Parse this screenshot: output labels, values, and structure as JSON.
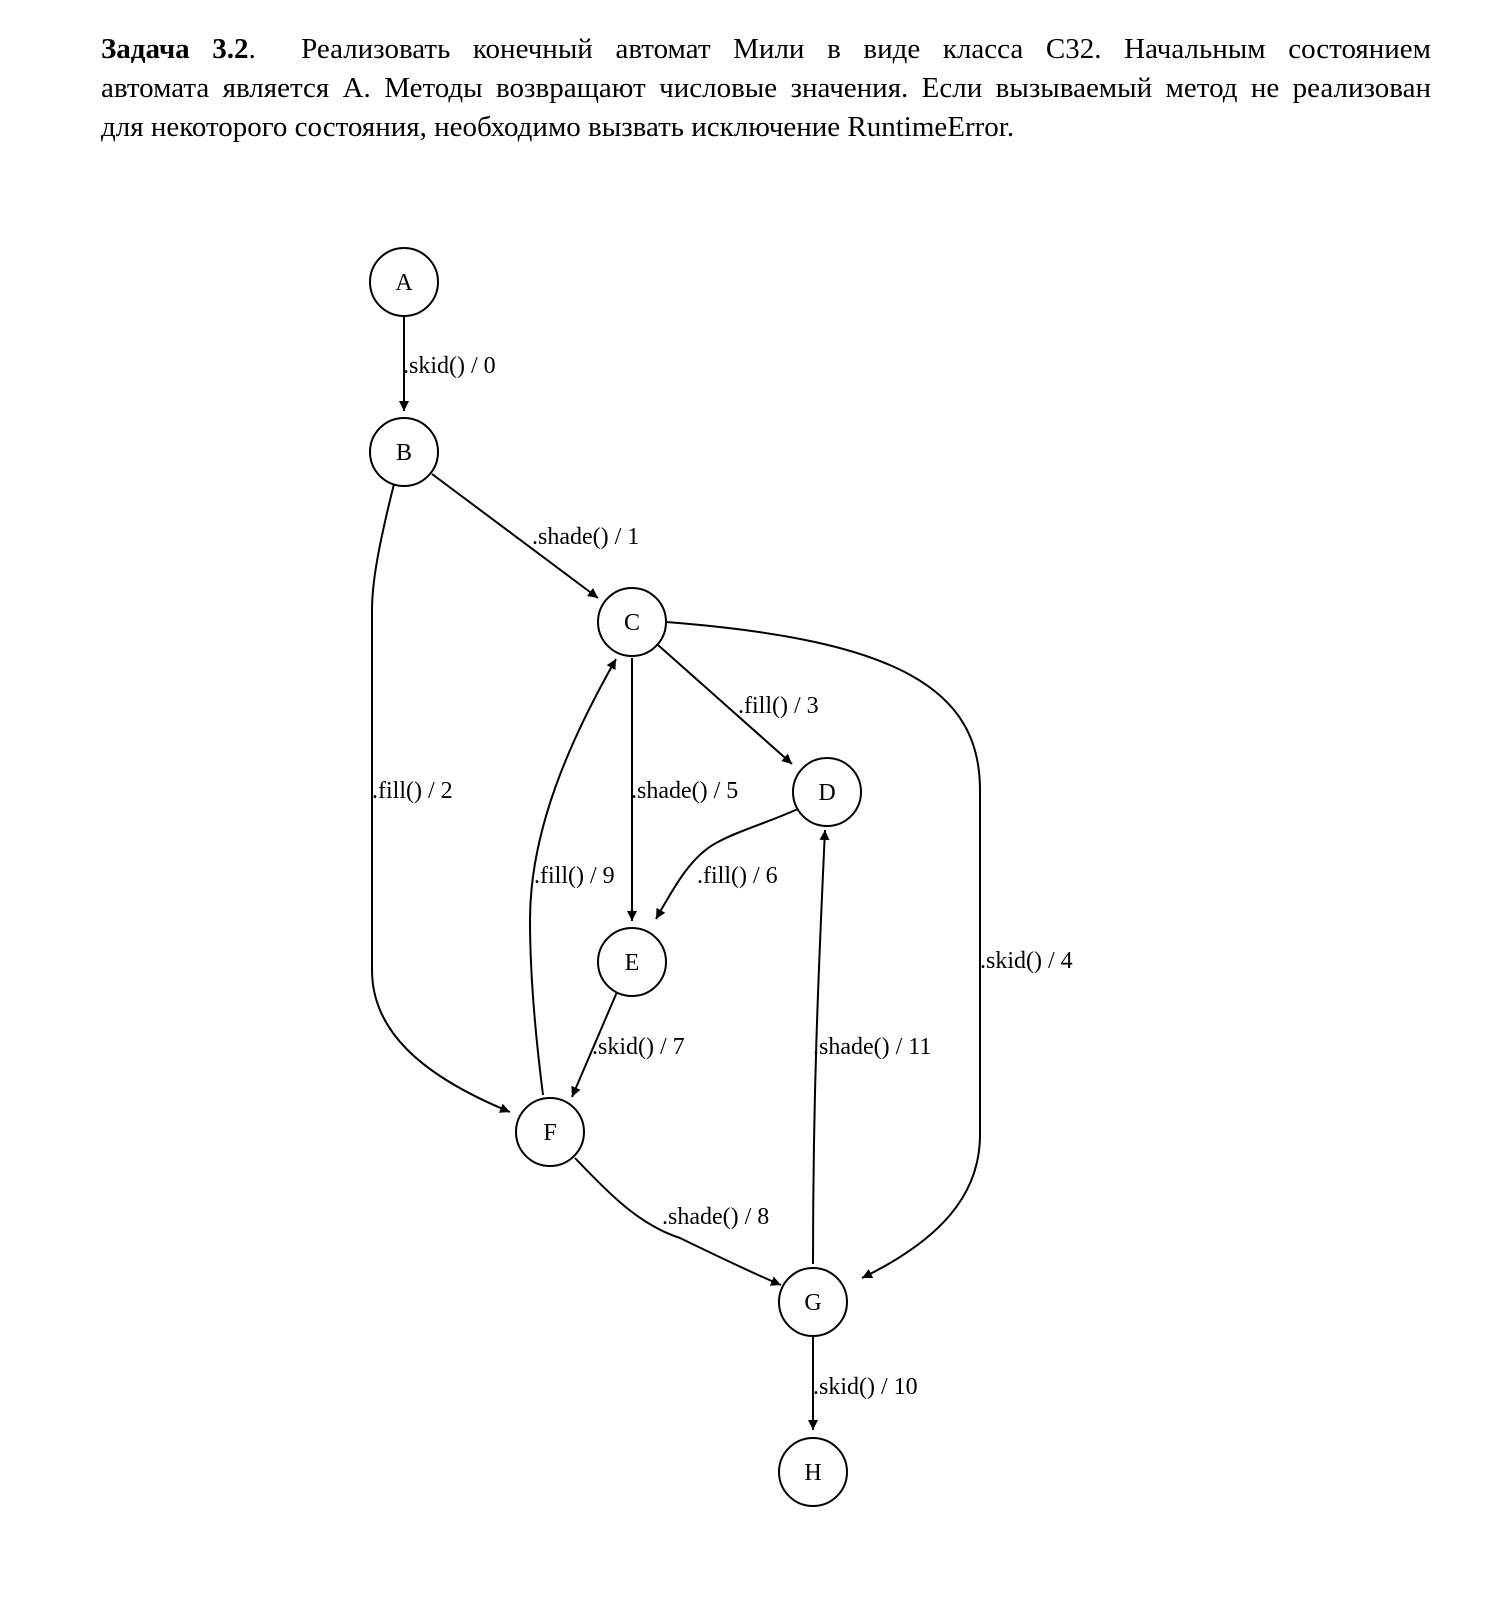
{
  "task": {
    "title": "Задача 3.2",
    "title_suffix": ".",
    "line1": "Реализовать конечный автомат Мили в виде класса C32.  Начальным состоянием",
    "line2": "автомата является A. Методы возвращают числовые значения.  Если вызываемый метод не реализован",
    "line3": "для некоторого состояния, необходимо вызвать исключение RuntimeError."
  },
  "graph": {
    "nodes": [
      {
        "id": "A",
        "label": "A"
      },
      {
        "id": "B",
        "label": "B"
      },
      {
        "id": "C",
        "label": "C"
      },
      {
        "id": "D",
        "label": "D"
      },
      {
        "id": "E",
        "label": "E"
      },
      {
        "id": "F",
        "label": "F"
      },
      {
        "id": "G",
        "label": "G"
      },
      {
        "id": "H",
        "label": "H"
      }
    ],
    "edges": [
      {
        "from": "A",
        "to": "B",
        "label": ".skid() / 0"
      },
      {
        "from": "B",
        "to": "C",
        "label": ".shade() / 1"
      },
      {
        "from": "B",
        "to": "F",
        "label": ".fill() / 2"
      },
      {
        "from": "C",
        "to": "D",
        "label": ".fill() / 3"
      },
      {
        "from": "C",
        "to": "G",
        "label": ".skid() / 4"
      },
      {
        "from": "C",
        "to": "E",
        "label": ".shade() / 5"
      },
      {
        "from": "D",
        "to": "E",
        "label": ".fill() / 6"
      },
      {
        "from": "E",
        "to": "F",
        "label": ".skid() / 7"
      },
      {
        "from": "F",
        "to": "G",
        "label": ".shade() / 8"
      },
      {
        "from": "F",
        "to": "C",
        "label": ".fill() / 9"
      },
      {
        "from": "G",
        "to": "H",
        "label": ".skid() / 10"
      },
      {
        "from": "G",
        "to": "D",
        "label": ".shade() / 11"
      }
    ]
  }
}
